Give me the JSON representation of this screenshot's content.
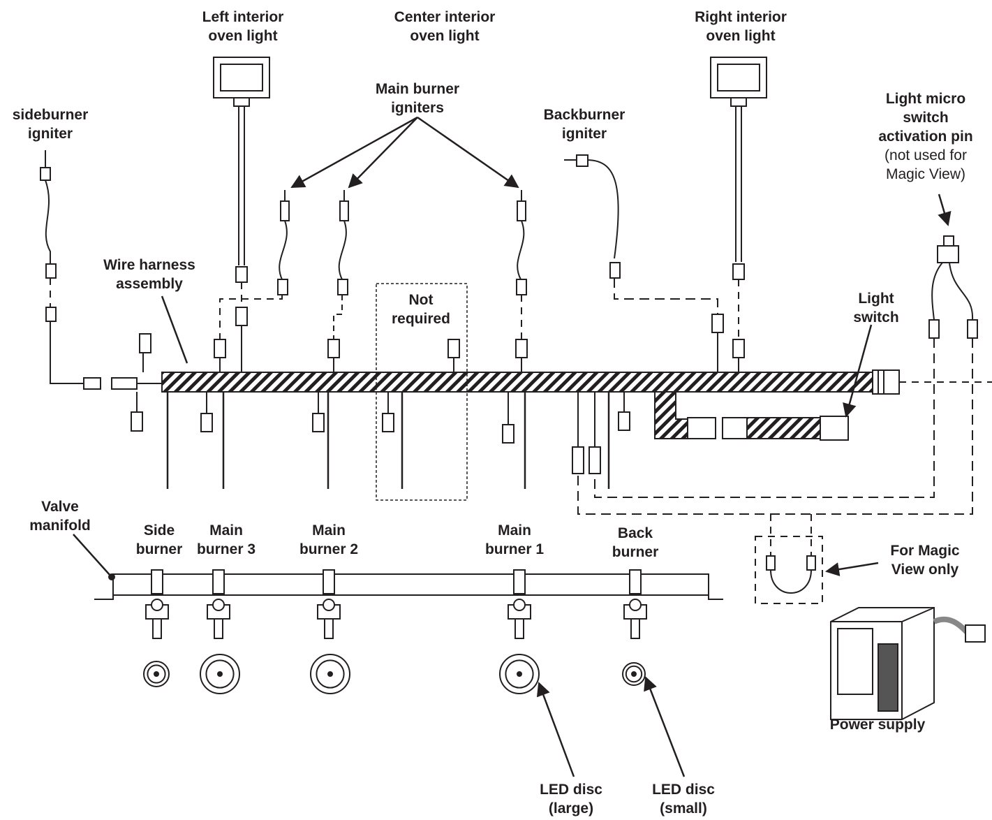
{
  "labels": {
    "left_oven_light": [
      "Left interior",
      "oven light"
    ],
    "center_oven_light": [
      "Center interior",
      "oven light"
    ],
    "right_oven_light": [
      "Right interior",
      "oven light"
    ],
    "main_burner_igniters": [
      "Main burner",
      "igniters"
    ],
    "sideburner_igniter": [
      "sideburner",
      "igniter"
    ],
    "backburner_igniter": [
      "Backburner",
      "igniter"
    ],
    "light_micro_switch": [
      "Light micro",
      "switch",
      "activation pin"
    ],
    "light_micro_switch_note": [
      "(not used for",
      "Magic View)"
    ],
    "wire_harness": [
      "Wire harness",
      "assembly"
    ],
    "not_required": [
      "Not",
      "required"
    ],
    "light_switch": [
      "Light",
      "switch"
    ],
    "valve_manifold": [
      "Valve",
      "manifold"
    ],
    "side_burner": [
      "Side",
      "burner"
    ],
    "main_burner_3": [
      "Main",
      "burner 3"
    ],
    "main_burner_2": [
      "Main",
      "burner 2"
    ],
    "main_burner_1": [
      "Main",
      "burner 1"
    ],
    "back_burner": [
      "Back",
      "burner"
    ],
    "magic_view": [
      "For Magic",
      "View only"
    ],
    "power_supply": [
      "Power supply"
    ],
    "led_large": [
      "LED disc",
      "(large)"
    ],
    "led_small": [
      "LED disc",
      "(small)"
    ]
  }
}
